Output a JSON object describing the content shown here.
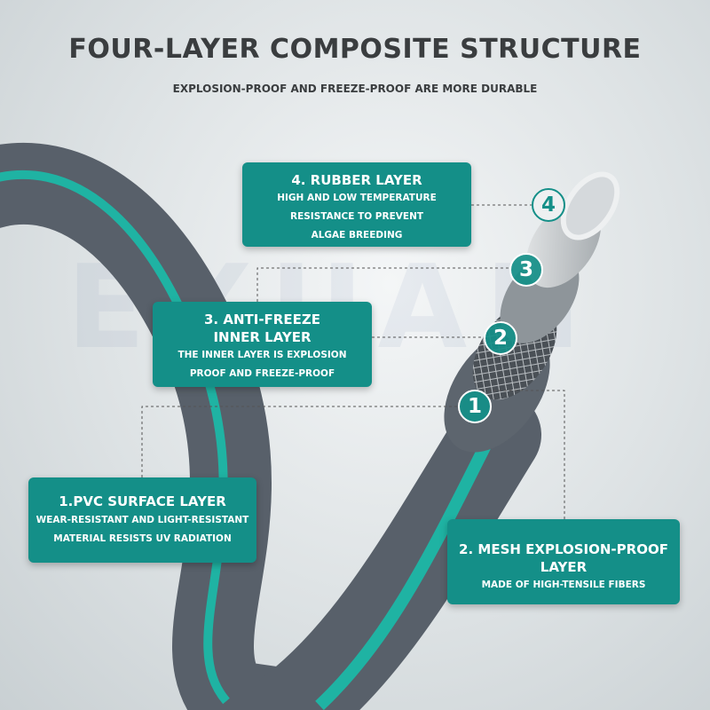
{
  "title": "FOUR-LAYER COMPOSITE STRUCTURE",
  "subtitle": "EXPLOSION-PROOF AND FREEZE-PROOF ARE MORE DURABLE",
  "watermark": "EXUAN",
  "colors": {
    "accent": "#148f88",
    "hose": "#58606a",
    "stripe": "#1fb3a3",
    "tube": "#c8cccf"
  },
  "layers": {
    "rubber": {
      "number": "4",
      "title": "4. RUBBER LAYER",
      "lines": [
        "HIGH AND LOW TEMPERATURE",
        "RESISTANCE TO PREVENT",
        "ALGAE BREEDING"
      ]
    },
    "antifreeze": {
      "number": "3",
      "title_line1": "3. ANTI-FREEZE",
      "title_line2": "INNER LAYER",
      "lines": [
        "THE INNER LAYER IS EXPLOSION",
        "PROOF AND FREEZE-PROOF"
      ]
    },
    "mesh": {
      "number": "2",
      "title_line1": "2. MESH EXPLOSION-PROOF",
      "title_line2": "LAYER",
      "lines": [
        "MADE OF HIGH-TENSILE FIBERS"
      ]
    },
    "pvc": {
      "number": "1",
      "title": "1.PVC SURFACE LAYER",
      "lines": [
        "WEAR-RESISTANT AND LIGHT-RESISTANT",
        "MATERIAL RESISTS UV RADIATION"
      ]
    }
  }
}
